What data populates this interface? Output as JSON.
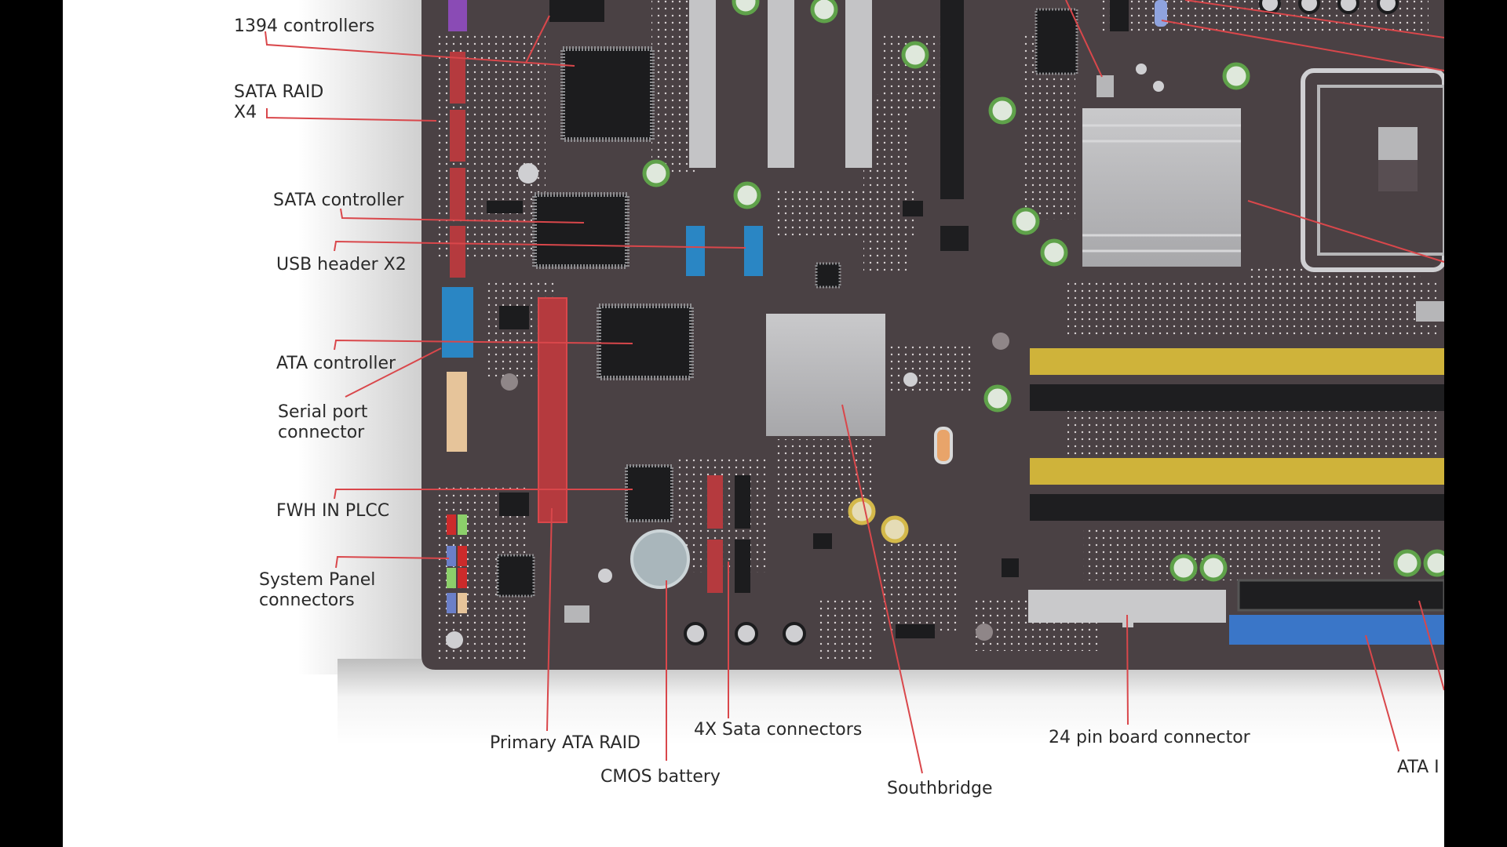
{
  "diagram": {
    "colors": {
      "board": "#4a4144",
      "leader": "#d9474b",
      "chip": "#1c1c1e",
      "heatsink": "#b6b6b8",
      "sata_red": "#b53a3e",
      "usb_blue": "#2a86c4",
      "dimm_yellow": "#cfb33a",
      "dimm_black": "#1e1e20",
      "ide_blue": "#3a76c8",
      "cap_green": "#5fa24a",
      "serial_tan": "#e6c49a",
      "purple": "#8a4bb5"
    },
    "labels": {
      "firewire": "1394 controllers",
      "sata_raid_1": "SATA RAID",
      "sata_raid_2": "X4",
      "sata_controller": "SATA controller",
      "usb_header": "USB header X2",
      "ata_controller": "ATA controller",
      "serial_1": "Serial port",
      "serial_2": "connector",
      "fwh": "FWH IN PLCC",
      "syspanel_1": "System Panel",
      "syspanel_2": "connectors",
      "primary_ata": "Primary ATA RAID",
      "cmos": "CMOS battery",
      "sata4x": "4X Sata connectors",
      "southbridge": "Southbridge",
      "atx24": "24 pin board connector",
      "ata_ide": "ATA I"
    }
  }
}
